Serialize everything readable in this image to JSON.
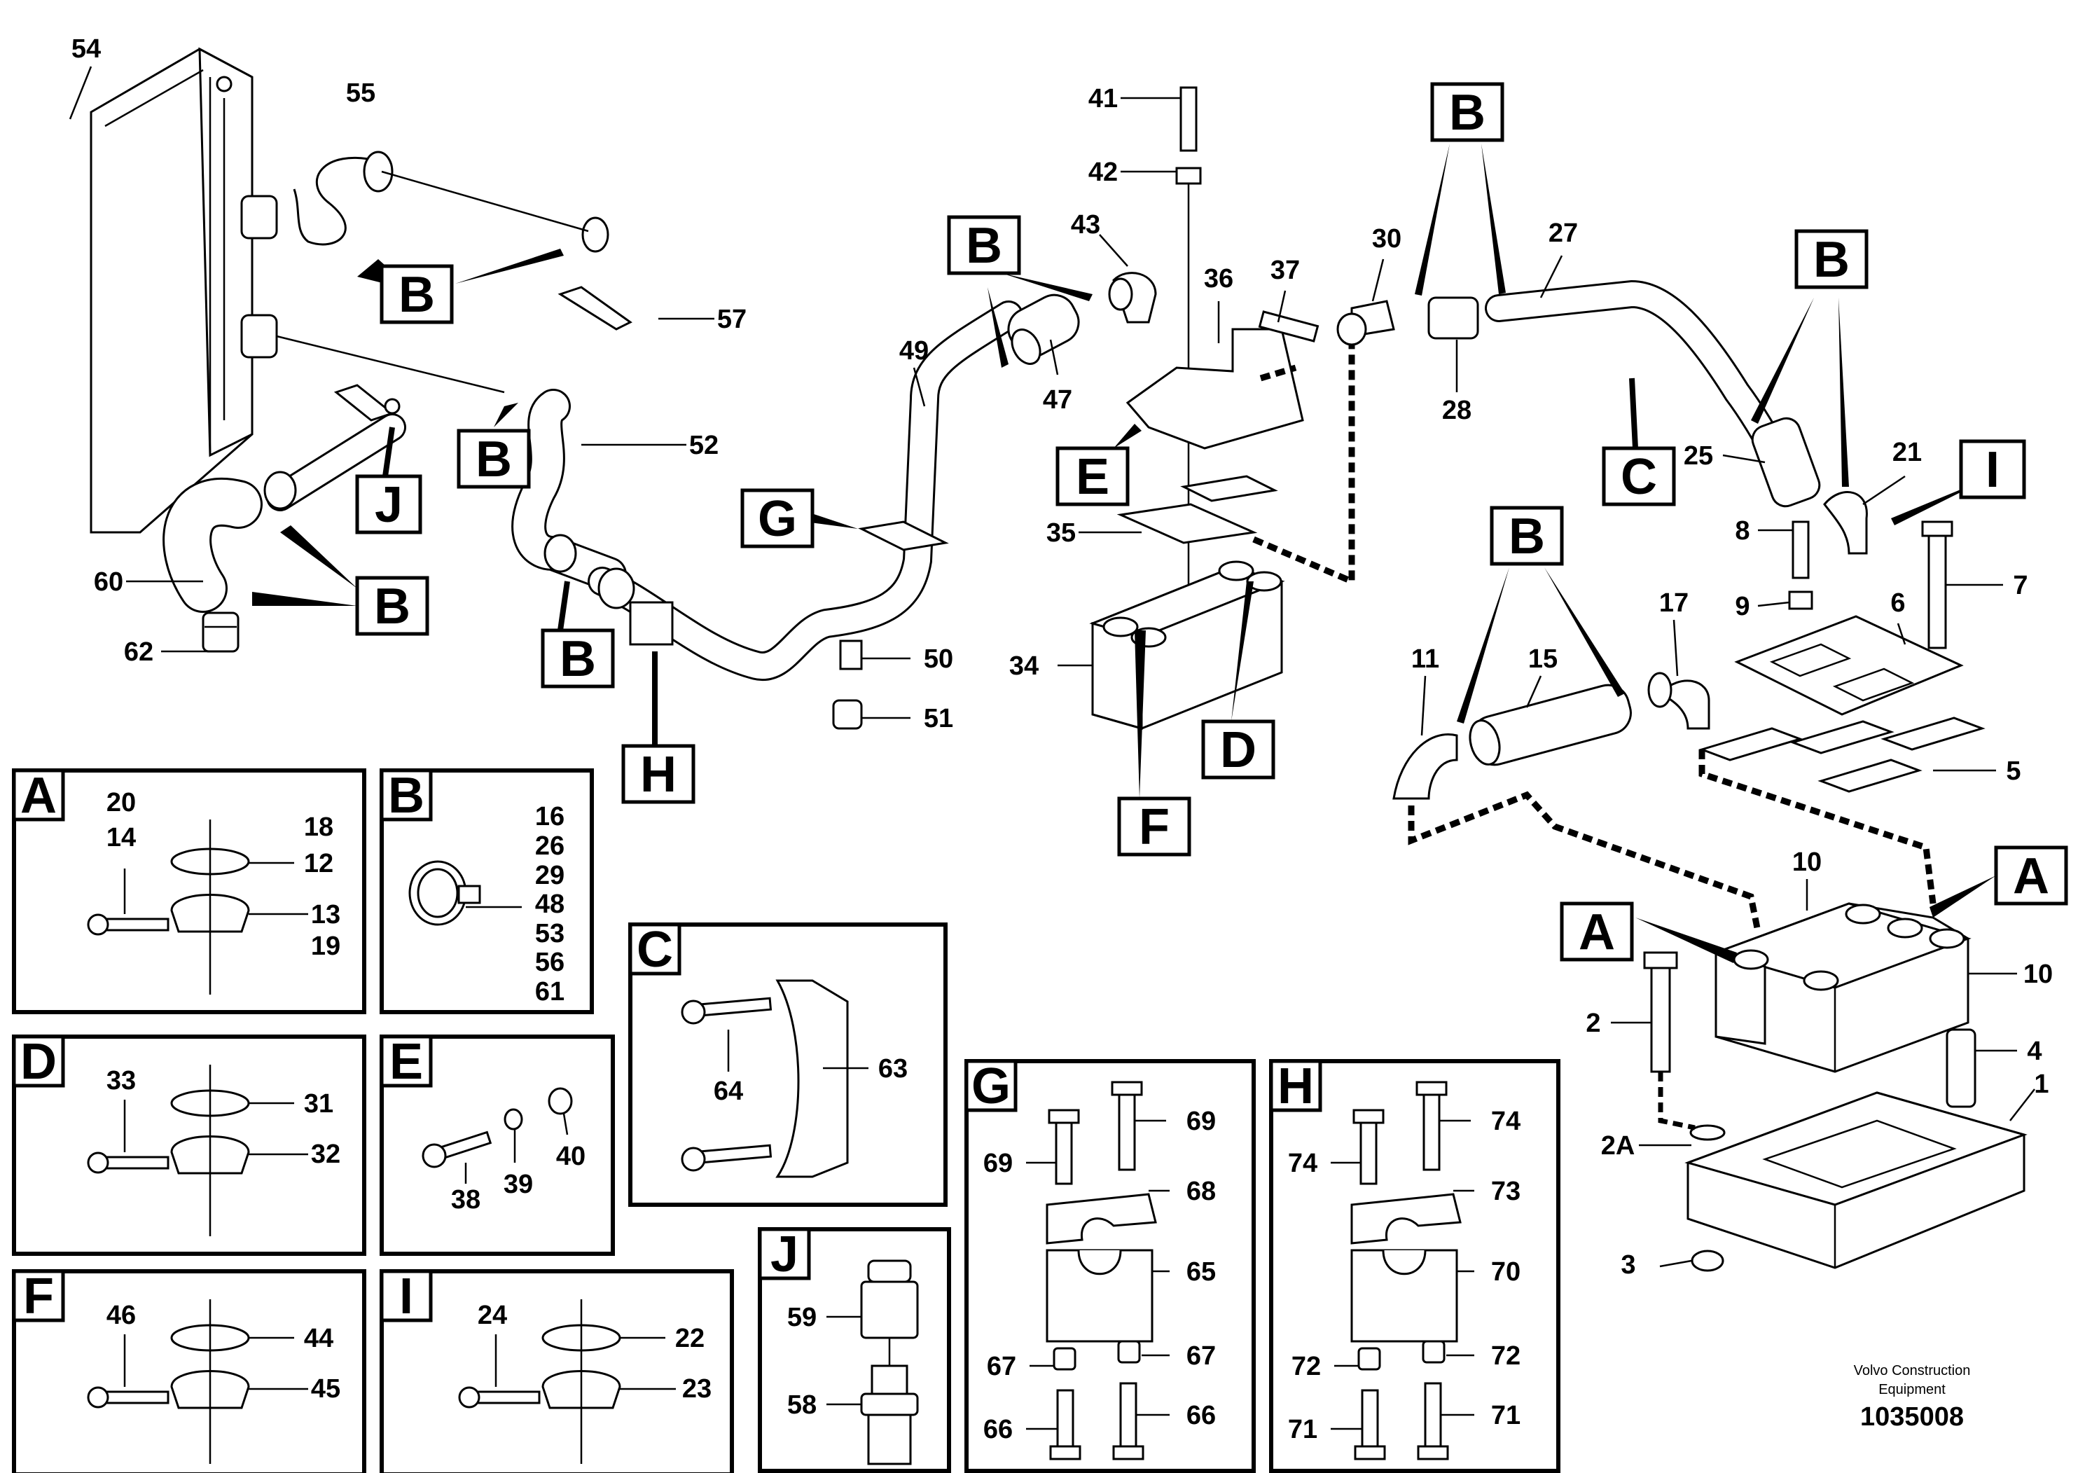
{
  "diagram": {
    "letters": [
      "A",
      "B",
      "C",
      "D",
      "E",
      "F",
      "G",
      "H",
      "I",
      "J"
    ],
    "callouts_main": [
      "54",
      "55",
      "57",
      "52",
      "60",
      "62",
      "41",
      "42",
      "43",
      "49",
      "47",
      "36",
      "37",
      "35",
      "34",
      "50",
      "51",
      "30",
      "28",
      "27",
      "25",
      "21",
      "8",
      "9",
      "6",
      "7",
      "11",
      "15",
      "17",
      "5",
      "10",
      "2",
      "2A",
      "3",
      "4",
      "1"
    ],
    "detail_A": [
      "20",
      "14",
      "18",
      "12",
      "13",
      "19"
    ],
    "detail_B": [
      "16",
      "26",
      "29",
      "48",
      "53",
      "56",
      "61"
    ],
    "detail_C": [
      "64",
      "63"
    ],
    "detail_D": [
      "33",
      "31",
      "32"
    ],
    "detail_E": [
      "38",
      "39",
      "40"
    ],
    "detail_F": [
      "46",
      "44",
      "45"
    ],
    "detail_I": [
      "24",
      "22",
      "23"
    ],
    "detail_J": [
      "59",
      "58"
    ],
    "detail_G": [
      "69",
      "69",
      "68",
      "65",
      "67",
      "67",
      "66",
      "66"
    ],
    "detail_H": [
      "74",
      "74",
      "73",
      "70",
      "72",
      "72",
      "71",
      "71"
    ]
  },
  "footer": {
    "credit_line1": "Volvo Construction",
    "credit_line2": "Equipment",
    "drawing_number": "1035008"
  }
}
